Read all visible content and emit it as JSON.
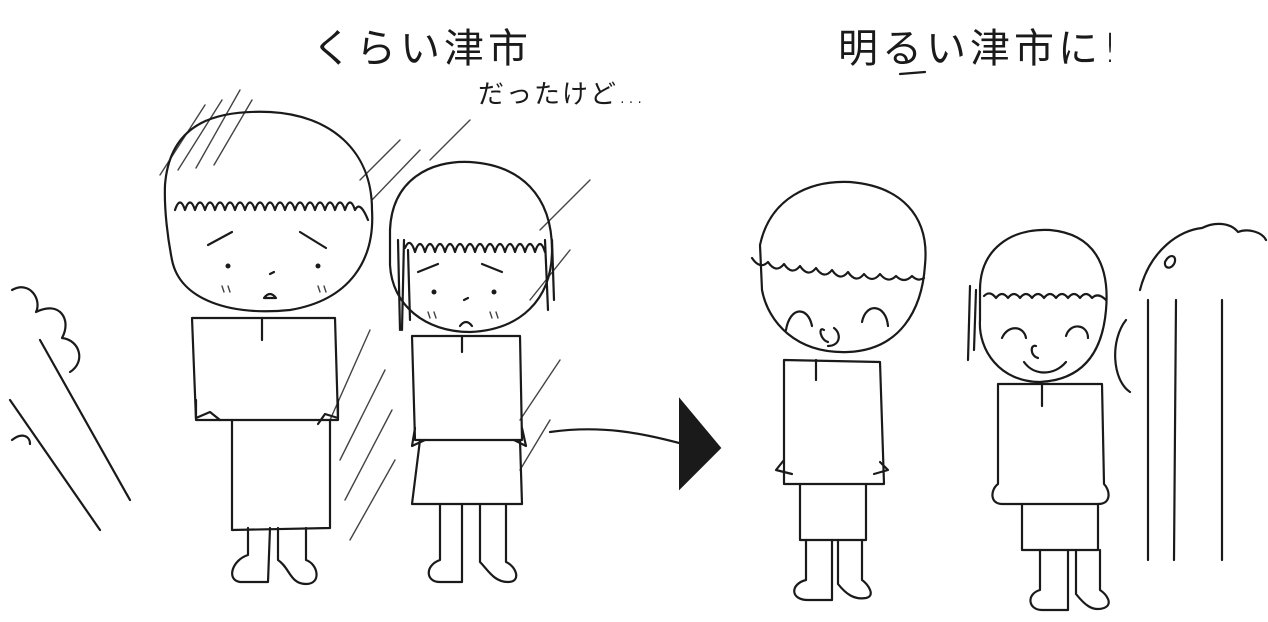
{
  "captions": {
    "dark_line_1": "くらい津市",
    "dark_line_2": "だったけど…",
    "bright": "明るい津市に!"
  },
  "colors": {
    "ink": "#1a1a1a",
    "paper": "#ffffff"
  }
}
